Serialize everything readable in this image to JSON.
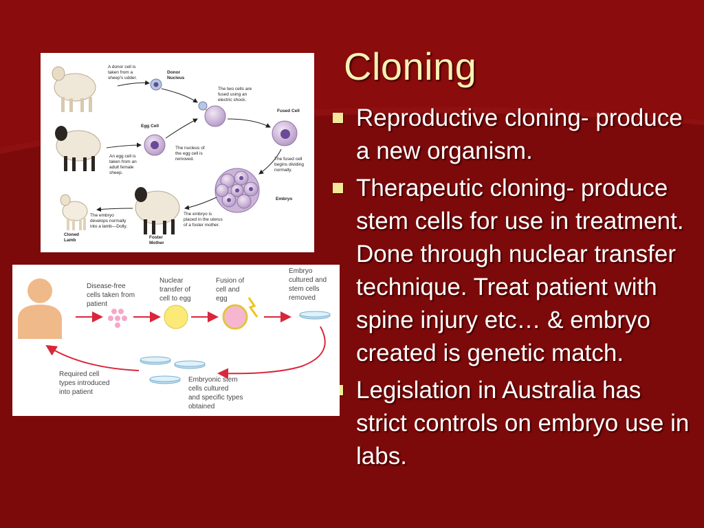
{
  "slide": {
    "title": "Cloning",
    "bullets": [
      "Reproductive cloning- produce a new organism.",
      "Therapeutic cloning- produce stem cells for use in treatment. Done through nuclear transfer technique. Treat patient with spine injury etc… & embryo created is genetic match.",
      "Legislation in Australia has strict controls on embryo use in labs."
    ]
  },
  "dolly_diagram": {
    "donor_cell_note": [
      "A donor cell is",
      "taken from a",
      "sheep's udder."
    ],
    "donor_nucleus_label": [
      "Donor",
      "Nucleus"
    ],
    "fused_note": [
      "The two cells are",
      "fused using an",
      "electric shock."
    ],
    "egg_cell_label": "Egg Cell",
    "fused_cell_label": "Fused Cell",
    "egg_nucleus_note": [
      "The nucleus of",
      "the egg cell is",
      "removed."
    ],
    "egg_from_note": [
      "An egg cell is",
      "taken from an",
      "adult female",
      "sheep."
    ],
    "dividing_note": [
      "The fused cell",
      "begins dividing",
      "normally."
    ],
    "embryo_label": "Embryo",
    "develops_note": [
      "The embryo",
      "develops normally",
      "into a lamb—Dolly."
    ],
    "placed_note": [
      "The embryo is",
      "placed in the uterus",
      "of a foster mother."
    ],
    "cloned_lamb_label": [
      "Cloned",
      "Lamb"
    ],
    "foster_mother_label": [
      "Foster",
      "Mother"
    ]
  },
  "therapy_diagram": {
    "step1": [
      "Disease-free",
      "cells taken from",
      "patient"
    ],
    "step2": [
      "Nuclear",
      "transfer of",
      "cell to egg"
    ],
    "step3": [
      "Fusion of",
      "cell and",
      "egg"
    ],
    "step4": [
      "Embryo",
      "cultured and",
      "stem cells",
      "removed"
    ],
    "step5": [
      "Embryonic stem",
      "cells cultured",
      "and specific types",
      "obtained"
    ],
    "step6": [
      "Required cell",
      "types introduced",
      "into patient"
    ]
  },
  "colors": {
    "background": "#7d0a0a",
    "title": "#f7f2b4",
    "bullet_marker": "#f4e89a",
    "arrow_red": "#d8263a"
  }
}
